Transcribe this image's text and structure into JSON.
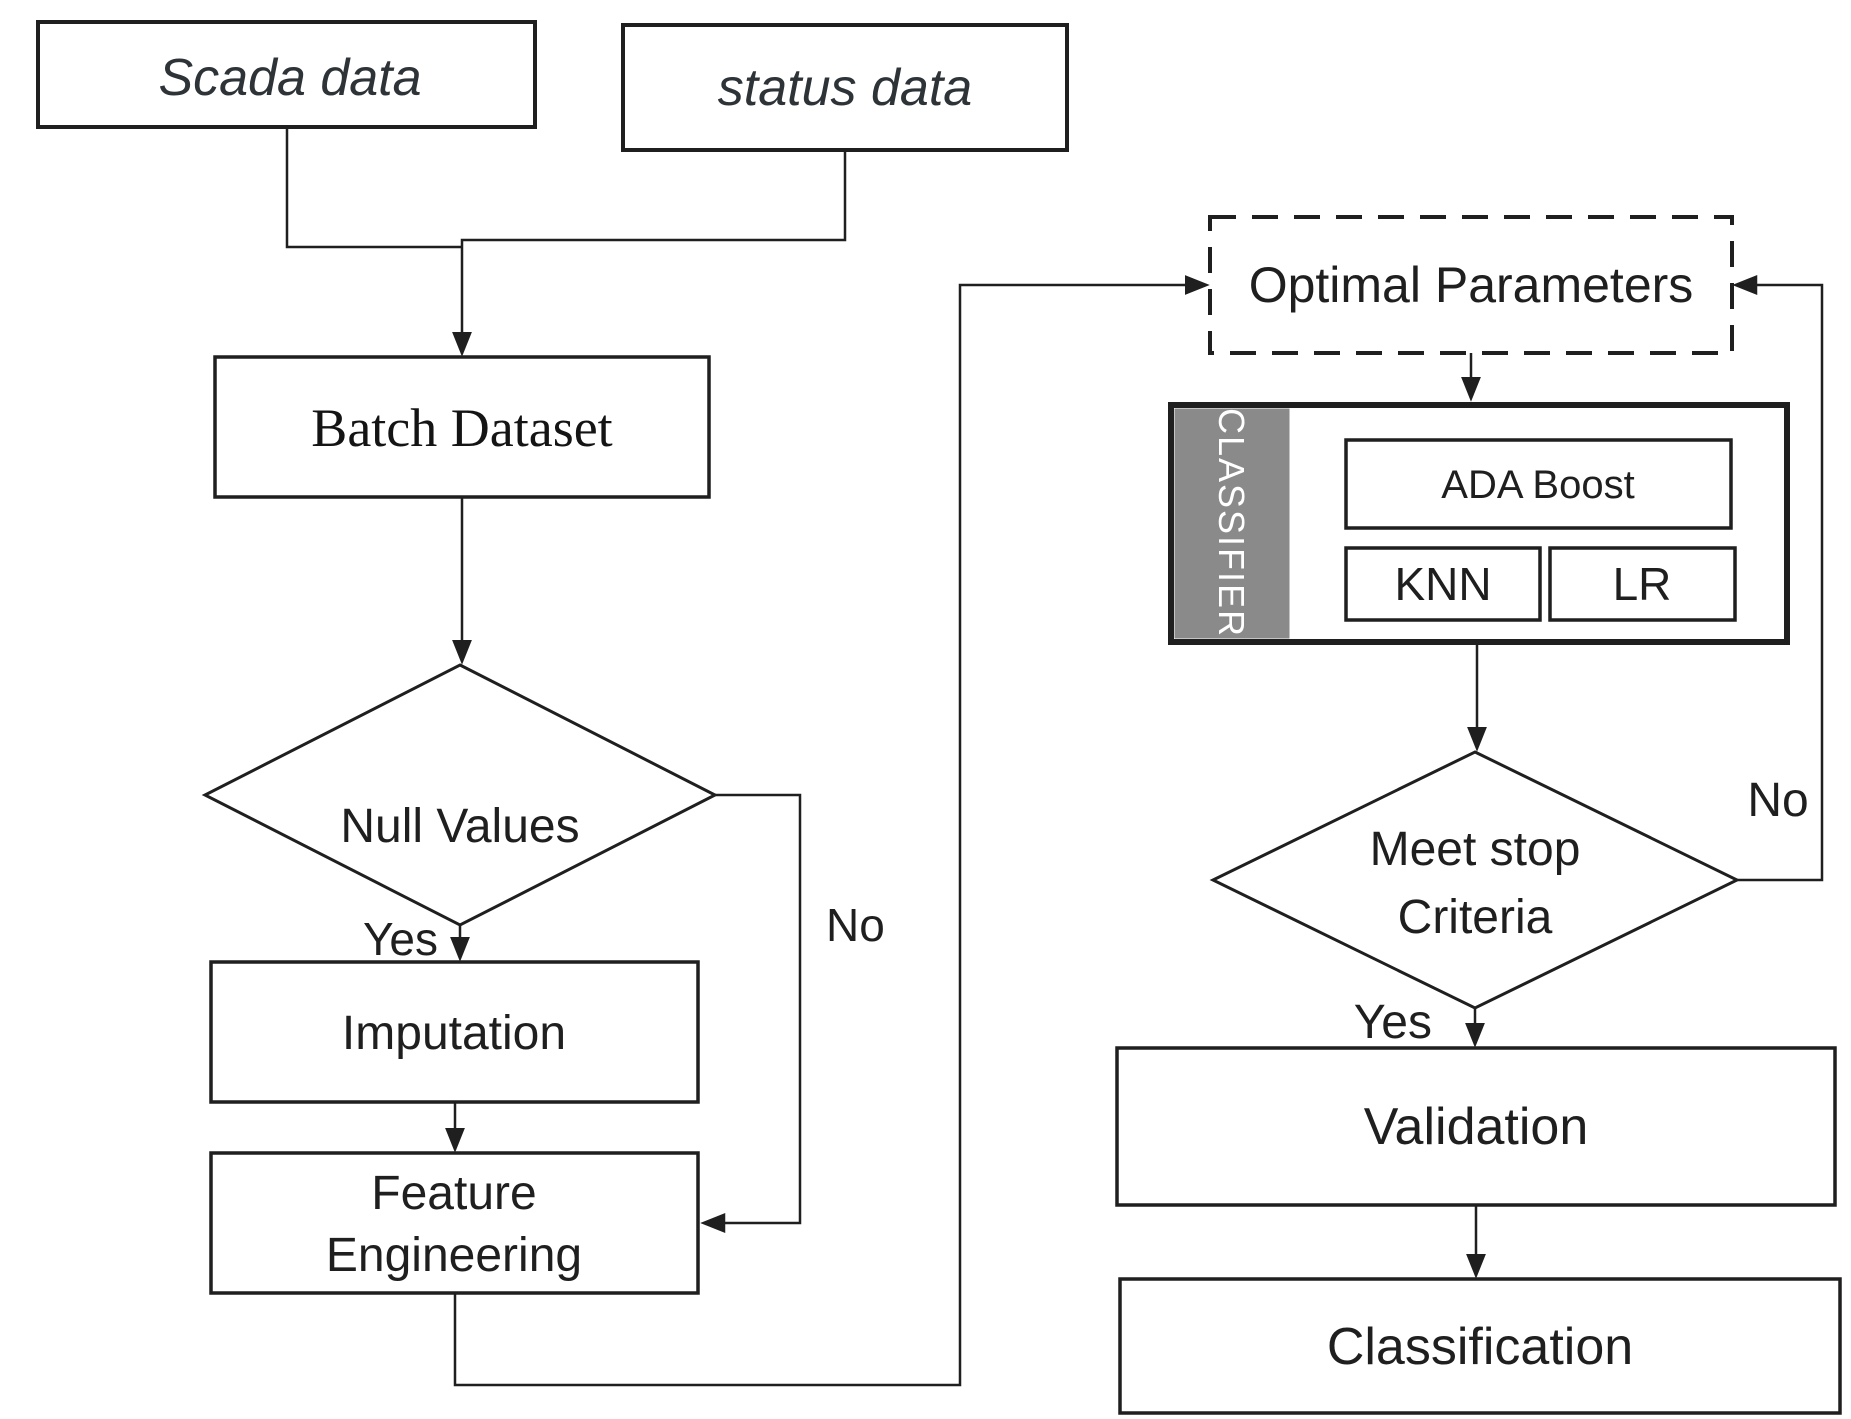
{
  "figure": {
    "title": "Flowchart: SCADA batch dataset processing and classifier optimisation loop",
    "colors": {
      "background": "#ffffff",
      "stroke": "#1f1f1f",
      "classifier_strip": "#8a8a8a",
      "classifier_strip_text": "#ffffff"
    },
    "nodes": {
      "scada_data": {
        "label": "Scada data",
        "shape": "rect"
      },
      "status_data": {
        "label": "status data",
        "shape": "rect"
      },
      "batch_dataset": {
        "label": "Batch Dataset",
        "shape": "rect"
      },
      "null_values": {
        "label": "Null Values",
        "shape": "diamond"
      },
      "imputation": {
        "label": "Imputation",
        "shape": "rect"
      },
      "feature_engineering": {
        "line1": "Feature",
        "line2": "Engineering",
        "shape": "rect"
      },
      "optimal_parameters": {
        "label": "Optimal Parameters",
        "shape": "dashed-rect"
      },
      "classifier": {
        "label": "CLASSIFIER",
        "shape": "container"
      },
      "ada_boost": {
        "label": "ADA Boost",
        "shape": "rect"
      },
      "knn": {
        "label": "KNN",
        "shape": "rect"
      },
      "lr": {
        "label": "LR",
        "shape": "rect"
      },
      "meet_stop_criteria": {
        "line1": "Meet stop",
        "line2": "Criteria",
        "shape": "diamond"
      },
      "validation": {
        "label": "Validation",
        "shape": "rect"
      },
      "classification": {
        "label": "Classification",
        "shape": "rect"
      }
    },
    "edge_labels": {
      "null_yes": "Yes",
      "null_no": "No",
      "stop_yes": "Yes",
      "stop_no": "No"
    }
  }
}
